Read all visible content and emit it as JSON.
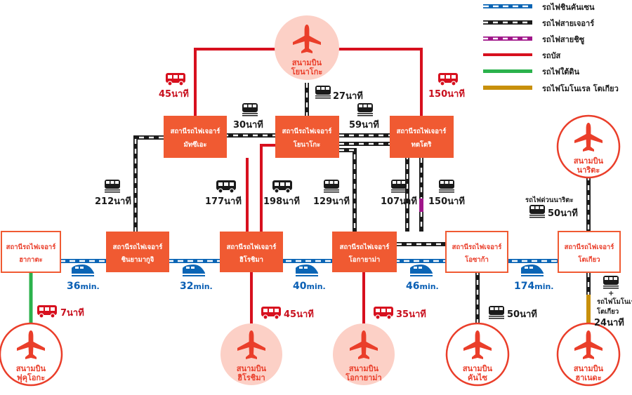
{
  "legend": [
    {
      "label": "รถไฟชินคันเซน",
      "line": "shinkansen"
    },
    {
      "label": "รถไฟสายเจอาร์",
      "line": "jr"
    },
    {
      "label": "รถไฟสายชิซู",
      "line": "shizu"
    },
    {
      "label": "รถบัส",
      "line": "bus"
    },
    {
      "label": "รถไฟใต้ดิน",
      "line": "subway"
    },
    {
      "label": "รถไฟโมโนเรล โตเกียว",
      "line": "monorail"
    }
  ],
  "colors": {
    "shinkansen_blue": "#0b65b5",
    "jr_black": "#1a1a1a",
    "shizu_purple": "#a0168a",
    "bus_red": "#d7101e",
    "subway_green": "#2bb24c",
    "monorail_gold": "#c8900c",
    "station_fill": "#f05a32",
    "airport_circle": "#fcd0c6",
    "airport_plane": "#ea3e2a",
    "time_red": "#c8101e",
    "time_blue": "#0a5fb4"
  },
  "stations": {
    "hakata": [
      "สถานีรถไฟเจอาร์",
      "ฮากาตะ"
    ],
    "shin_yamaguchi": [
      "สถานีรถไฟเจอาร์",
      "ชินยามากูจิ"
    ],
    "hiroshima": [
      "สถานีรถไฟเจอาร์",
      "ฮิโรชิมา"
    ],
    "okayama": [
      "สถานีรถไฟเจอาร์",
      "โอกายาม่า"
    ],
    "shin_osaka": [
      "สถานีรถไฟเจอาร์",
      "โอซาก้า"
    ],
    "tokyo": [
      "สถานีรถไฟเจอาร์",
      "โตเกียว"
    ],
    "matsue": [
      "สถานีรถไฟเจอาร์",
      "มัทซึเอะ"
    ],
    "yonago": [
      "สถานีรถไฟเจอาร์",
      "โยนาโกะ"
    ],
    "tottori": [
      "สถานีรถไฟเจอาร์",
      "ทตโตริ"
    ]
  },
  "airports": {
    "yonago": [
      "สนามบิน",
      "โยนาโกะ"
    ],
    "narita": [
      "สนามบิน",
      "นาริตะ"
    ],
    "fukuoka": [
      "สนามบิน",
      "ฟุคุโอกะ"
    ],
    "hiroshima": [
      "สนามบิน",
      "ฮิโรชิมา"
    ],
    "okayama": [
      "สนามบิน",
      "โอกายาม่า"
    ],
    "kansai": [
      "สนามบิน",
      "คันไซ"
    ],
    "haneda": [
      "สนามบิน",
      "ฮาเนดะ"
    ]
  },
  "shinkansen_times": [
    {
      "num": "36",
      "unit": "min."
    },
    {
      "num": "32",
      "unit": "min."
    },
    {
      "num": "40",
      "unit": "min."
    },
    {
      "num": "46",
      "unit": "min."
    },
    {
      "num": "174",
      "unit": "min."
    }
  ],
  "times": {
    "matsue_airport_bus": "45นาที",
    "tottori_airport_bus": "150นาที",
    "yonago_airport_jr": "27นาที",
    "matsue_yonago_jr": "30นาที",
    "yonago_tottori_jr": "59นาที",
    "matsue_shin_yamaguchi_jr": "212นาที",
    "matsue_hiroshima_bus": "177นาที",
    "yonago_hiroshima_bus": "198นาที",
    "yonago_okayama_jr": "129นาที",
    "tottori_okayama_jr": "107นาที",
    "tottori_osaka_shizu": "150นาที",
    "hakata_fukuoka_subway": "7นาที",
    "hiroshima_airport_bus": "45นาที",
    "okayama_airport_bus": "35นาที",
    "osaka_kansai_jr": "50นาที",
    "tokyo_narita_jr": "50นาที",
    "tokyo_haneda_monorail": "24นาที"
  },
  "labels": {
    "narita_express": "รถไฟด่วนนาริตะ",
    "plus": "+",
    "monorail_line1": "รถไฟโมโนเรล",
    "monorail_line2": "โตเกียว"
  }
}
